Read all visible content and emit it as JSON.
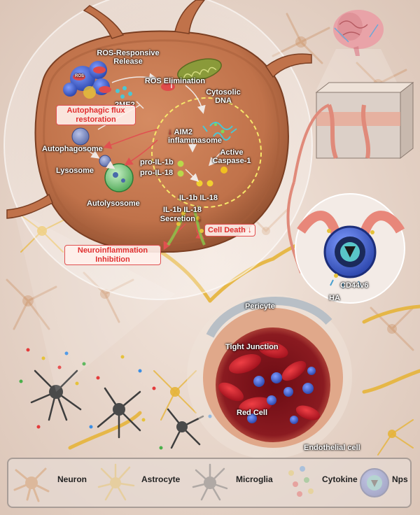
{
  "labels": {
    "ros_release": "ROS-Responsive Release",
    "ros_elimination": "ROS Elimination",
    "ros_tag": "ROS",
    "drug": "2ME2",
    "cytosolic_dna": "Cytosolic DNA",
    "autophagic_flux": "Autophagic flux restoration",
    "aim2": "AIM2 inflammasome",
    "autophagosome": "Autophagosome",
    "active_caspase": "Active Caspase-1",
    "pro_il1b": "pro-IL-1b",
    "pro_il18": "pro-IL-18",
    "lysosome": "Lysosome",
    "il_products": "IL-1b IL-18",
    "autolysosome": "Autolysosome",
    "secretion": "IL-1b IL-18 Secretion",
    "cell_death": "Cell Death",
    "neuroinflammation": "Neuroinflammation Inhibition",
    "pericyte": "Pericyte",
    "tight_junction": "Tight Junction",
    "red_cell": "Red Cell",
    "endothelial_cell": "Endothelial cell",
    "cd44v6": "CD44v6",
    "ha": "HA"
  },
  "legend": [
    {
      "label": "Neuron",
      "icon": "neuron-icon",
      "color": "#c9772e"
    },
    {
      "label": "Astrocyte",
      "icon": "astrocyte-icon",
      "color": "#e6b43a"
    },
    {
      "label": "Microglia",
      "icon": "microglia-icon",
      "color": "#4a4a4a"
    },
    {
      "label": "Cytokine",
      "icon": "cytokine-icon",
      "color": "#e43b3b"
    },
    {
      "label": "Nps",
      "icon": "nanoparticle-icon",
      "color": "#3b5fd1"
    }
  ],
  "colors": {
    "background": "#eadad0",
    "cell_body": "#c87a52",
    "down_arrow": "#e03030",
    "astrocyte": "#e6b43a",
    "nanoparticle": "#3b5fd1",
    "red_cell": "#c81e2a",
    "microglia": "#4a4a4a"
  }
}
